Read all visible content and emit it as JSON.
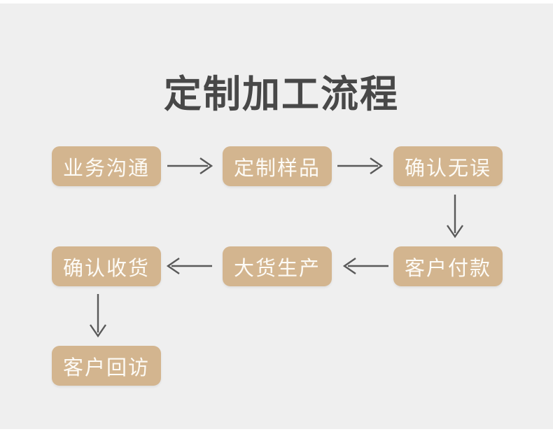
{
  "page": {
    "title": "定制加工流程"
  },
  "colors": {
    "panel_background": "#efefef",
    "node_background": "#d3b58f",
    "node_text": "#fdfbf6",
    "arrow": "#595959",
    "title_text": "#484848"
  },
  "nodes": [
    {
      "id": "business-communication",
      "label": "业务沟通"
    },
    {
      "id": "custom-sample",
      "label": "定制样品"
    },
    {
      "id": "confirm-correct",
      "label": "确认无误"
    },
    {
      "id": "customer-payment",
      "label": "客户付款"
    },
    {
      "id": "bulk-production",
      "label": "大货生产"
    },
    {
      "id": "confirm-receipt",
      "label": "确认收货"
    },
    {
      "id": "customer-followup",
      "label": "客户回访"
    }
  ],
  "connections": [
    {
      "from": "业务沟通",
      "to": "定制样品",
      "direction": "right"
    },
    {
      "from": "定制样品",
      "to": "确认无误",
      "direction": "right"
    },
    {
      "from": "确认无误",
      "to": "客户付款",
      "direction": "down"
    },
    {
      "from": "客户付款",
      "to": "大货生产",
      "direction": "left"
    },
    {
      "from": "大货生产",
      "to": "确认收货",
      "direction": "left"
    },
    {
      "from": "确认收货",
      "to": "客户回访",
      "direction": "down"
    }
  ]
}
